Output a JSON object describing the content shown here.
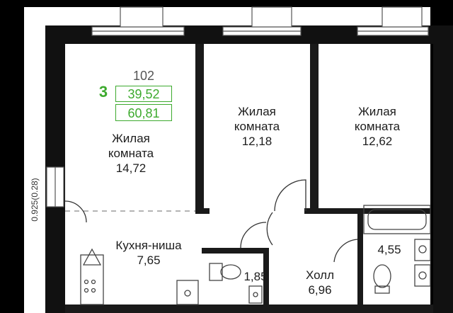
{
  "badge": {
    "rooms": "3",
    "number": "102",
    "living_area": "39,52",
    "total_area": "60,81",
    "accent": "#3daa2e"
  },
  "side_label": "0.925(0.28)",
  "rooms": {
    "living1": {
      "name": "Жилая\nкомната",
      "area": "14,72"
    },
    "living2": {
      "name": "Жилая\nкомната",
      "area": "12,18"
    },
    "living3": {
      "name": "Жилая\nкомната",
      "area": "12,62"
    },
    "kitchen": {
      "name": "Кухня-ниша",
      "area": "7,65"
    },
    "wc": {
      "area": "1,85"
    },
    "bath": {
      "area": "4,55"
    },
    "hall": {
      "name": "Холл",
      "area": "6,96"
    }
  }
}
